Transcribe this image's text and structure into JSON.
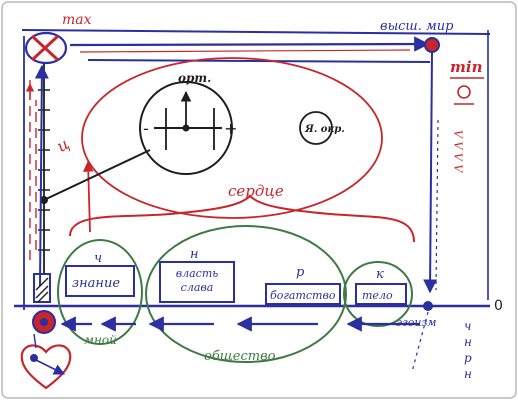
{
  "colors": {
    "blue": "#2b2fa0",
    "red": "#c8262b",
    "green": "#3f7a43",
    "black": "#1e1e1e",
    "frame": "#b9b9b9"
  },
  "labels": {
    "max": "max",
    "min": "min",
    "higher_world": "высш. мир",
    "heart": "сердце",
    "ort": "орт.",
    "ya_okr": "Я. окр.",
    "minus": "-",
    "plus": "+",
    "zero": "0",
    "egoism": "эгоизм",
    "mine": "мной",
    "society": "общество",
    "column_letters": [
      "ч",
      "н",
      "р",
      "н"
    ],
    "min_symbols": "V V V V",
    "red_scribble": "ц",
    "hatch_box": "///"
  },
  "boxes": [
    {
      "letter": "ч",
      "text": "знание"
    },
    {
      "letter": "н",
      "text": "власть слава"
    },
    {
      "letter": "р",
      "text": "богатство"
    },
    {
      "letter": "к",
      "text": "тело"
    }
  ]
}
